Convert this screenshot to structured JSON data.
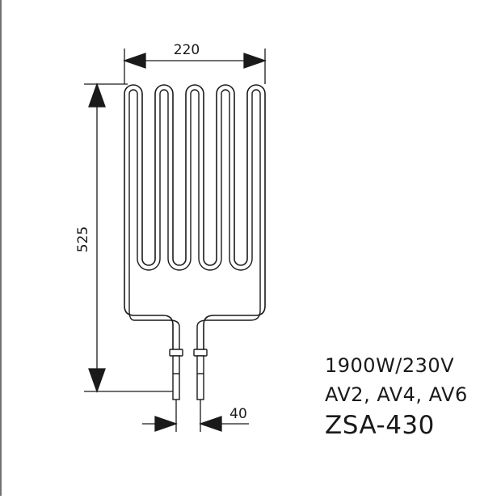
{
  "drawing": {
    "dimensions": {
      "width_label": "220",
      "height_label": "525",
      "pin_spacing_label": "40"
    }
  },
  "specs": {
    "power_rating": "1900W/230V",
    "compatible_models": "AV2, AV4, AV6",
    "model_number": "ZSA-430"
  },
  "colors": {
    "line": "#1a1a1a",
    "background": "#ffffff"
  }
}
